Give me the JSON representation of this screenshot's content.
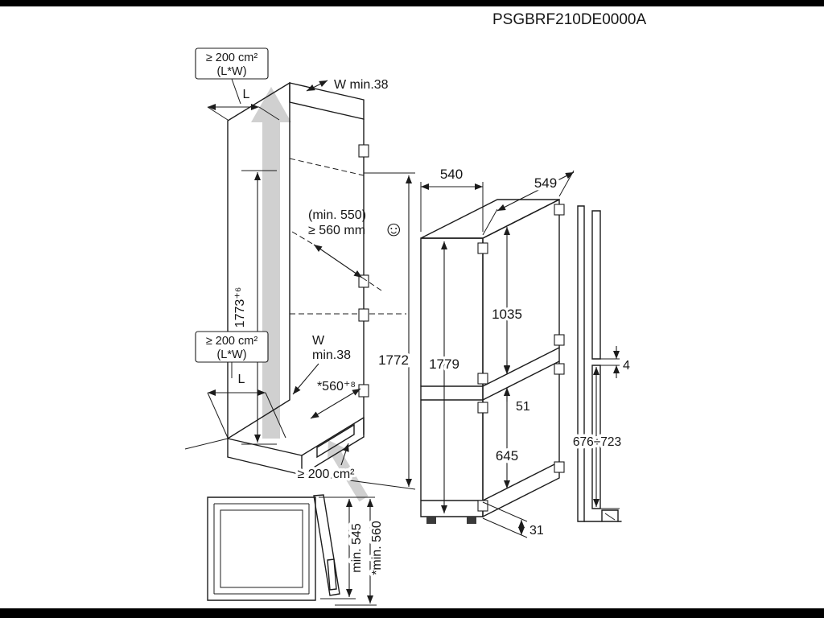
{
  "title": "PSGBRF210DE0000A",
  "niche": {
    "vent_top": {
      "line1": "≥ 200 cm²",
      "line2": "(L*W)"
    },
    "l_top": "L",
    "w_min_top": "W min.38",
    "height": "1773⁺⁶",
    "vent_mid": {
      "line1": "≥ 200 cm²",
      "line2": "(L*W)"
    },
    "l_bottom": "L",
    "w_mid_line1": "W",
    "w_mid_line2": "min.38",
    "depth_line1": "(min. 550)",
    "depth_line2": "≥ 560 mm",
    "smiley": "☺",
    "interior_height": "1772",
    "plinth_depth": "*560⁺⁸",
    "vent_bottom": "≥ 200 cm²"
  },
  "appliance": {
    "width": "540",
    "depth": "549",
    "total_height": "1779",
    "fridge_height": "1035",
    "gap": "51",
    "freezer_height": "645",
    "plinth": "31"
  },
  "side_view": {
    "door_gap": "4",
    "door_height_range": "676÷723"
  },
  "top_view": {
    "depth_min": "min. 545",
    "depth_rec": "*min. 560"
  }
}
